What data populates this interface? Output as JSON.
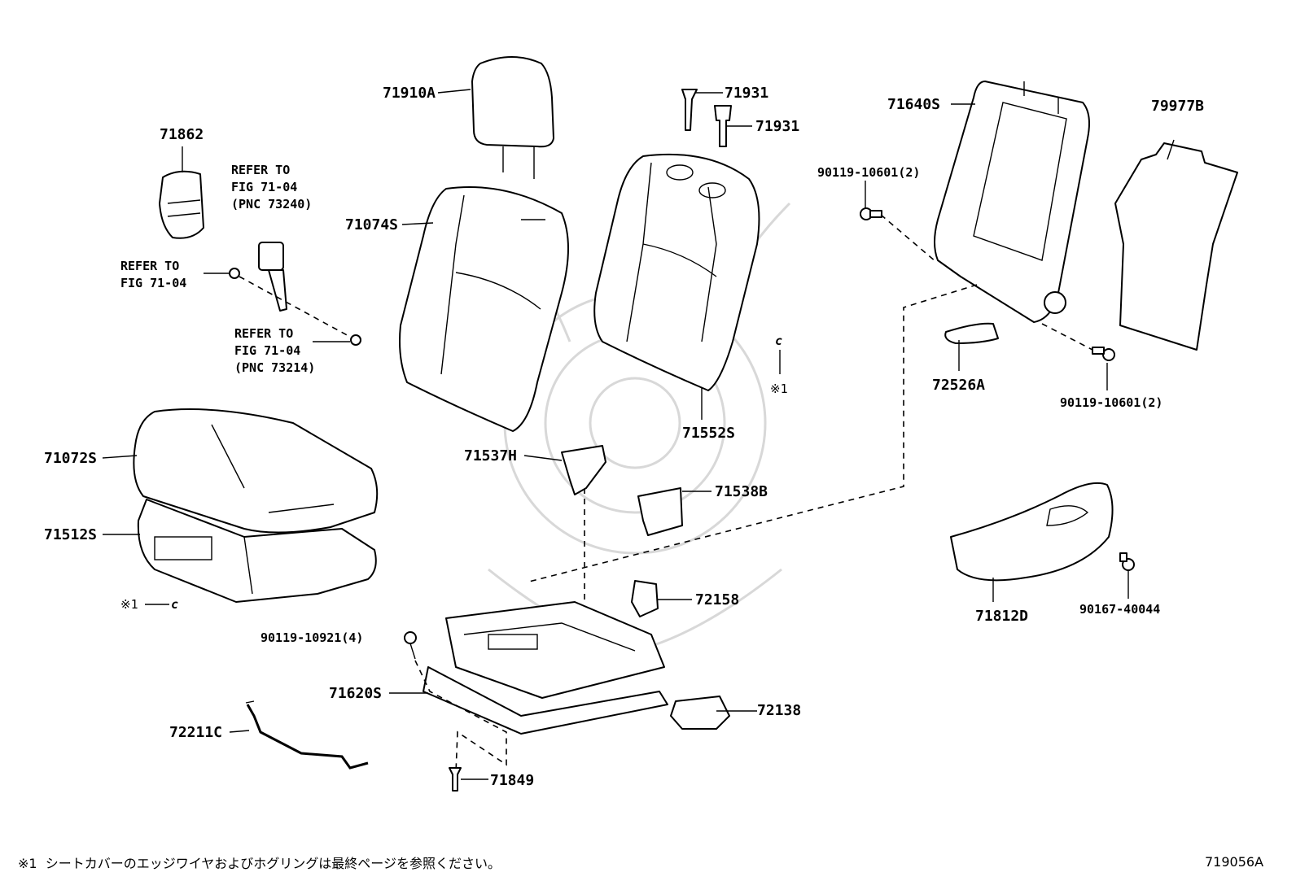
{
  "labels": {
    "p71910A": "71910A",
    "p71931a": "71931",
    "p71931b": "71931",
    "p71640S": "71640S",
    "p79977B": "79977B",
    "p71862": "71862",
    "p71074S": "71074S",
    "p90119_10601a": "90119-10601(2)",
    "p90119_10601b": "90119-10601(2)",
    "p72526A": "72526A",
    "p71552S": "71552S",
    "p71072S": "71072S",
    "p71537H": "71537H",
    "p71538B": "71538B",
    "p71512S": "71512S",
    "p72158": "72158",
    "p71812D": "71812D",
    "p90167_40044": "90167-40044",
    "p90119_10921": "90119-10921(4)",
    "p71620S": "71620S",
    "p72138": "72138",
    "p72211C": "72211C",
    "p71849": "71849"
  },
  "refs": {
    "ref_73240": "REFER TO\nFIG 71-04\n(PNC 73240)",
    "ref_fig": "REFER TO\nFIG 71-04",
    "ref_73214": "REFER TO\nFIG 71-04\n(PNC 73214)"
  },
  "notes": {
    "note1_right": "※1",
    "note1_left": "※1",
    "hook_right": "c",
    "hook_left": "c"
  },
  "footer": {
    "note": "※1  シートカバーのエッジワイヤおよびホグリングは最終ページを参照ください。",
    "figure_code": "719056A"
  }
}
